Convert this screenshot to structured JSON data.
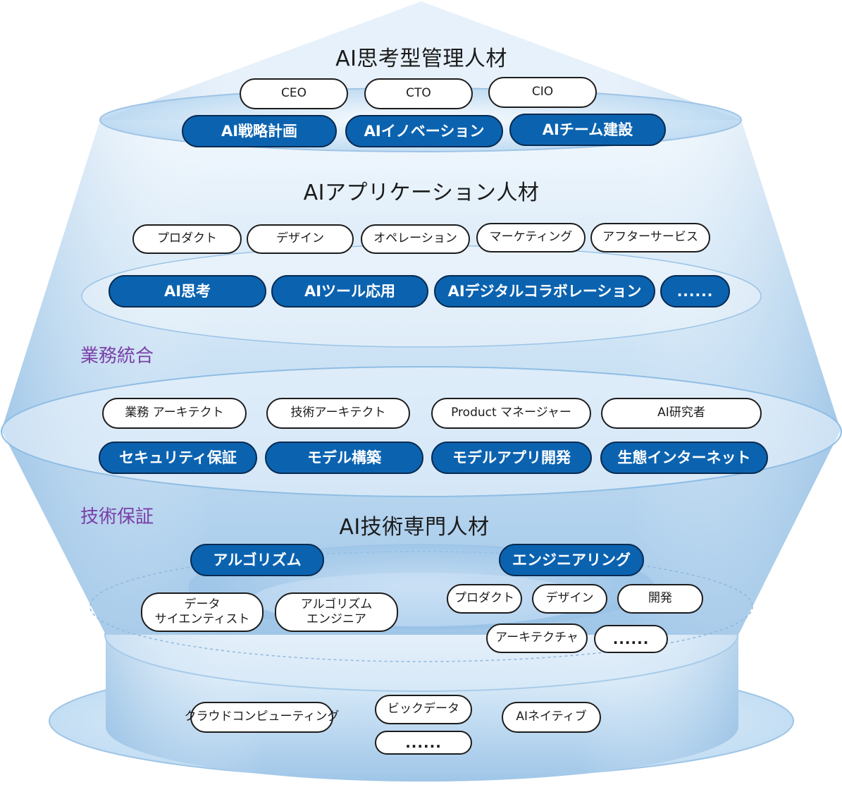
{
  "titles": {
    "top": "AI思考型管理人材",
    "application": "AIアプリケーション人材",
    "tech": "AI技術専門人材"
  },
  "side_labels": {
    "business": "業務統合",
    "tech": "技術保証"
  },
  "top_tier": {
    "roles": [
      "CEO",
      "CTO",
      "CIO"
    ],
    "skills": [
      "AI戦略計画",
      "AIイノベーション",
      "AIチーム建設"
    ]
  },
  "application_tier": {
    "roles": [
      "プロダクト",
      "デザイン",
      "オペレーション",
      "マーケティング",
      "アフターサービス"
    ],
    "skills": [
      "AI思考",
      "AIツール応用",
      "AIデジタルコラボレーション",
      "......"
    ]
  },
  "middle_tier": {
    "roles": [
      "業務 アーキテクト",
      "技術アーキテクト",
      "Product マネージャー",
      "AI研究者"
    ],
    "skills": [
      "セキュリティ保証",
      "モデル構築",
      "モデルアプリ開発",
      "生態インターネット"
    ]
  },
  "tech_tier": {
    "algorithm": "アルゴリズム",
    "engineering": "エンジニアリング",
    "algorithm_roles": [
      {
        "line1": "データ",
        "line2": "サイエンティスト"
      },
      {
        "line1": "アルゴリズム",
        "line2": "エンジニア"
      }
    ],
    "engineering_roles": [
      "プロダクト",
      "デザイン",
      "開発",
      "アーキテクチャ",
      "......"
    ]
  },
  "base_tier": {
    "items": [
      "クラウドコンピューティング",
      "ビックデータ",
      "AIネイティブ",
      "......"
    ]
  }
}
